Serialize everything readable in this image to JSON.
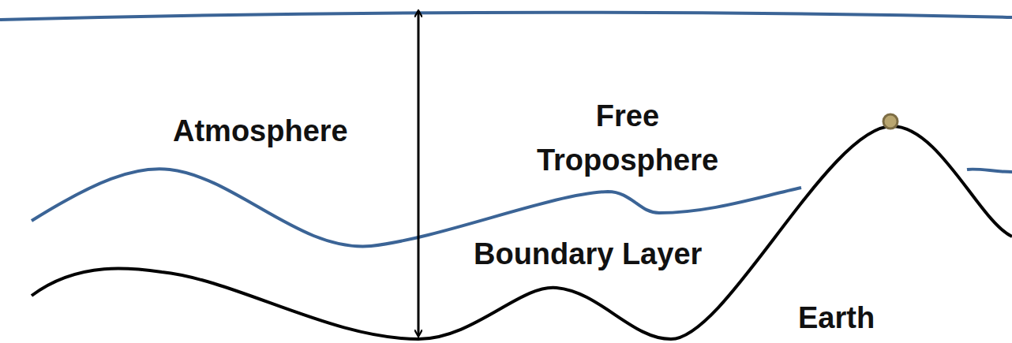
{
  "diagram": {
    "labels": [
      "Atmosphere",
      "Free Troposphere",
      "Boundary Layer",
      "Earth"
    ]
  }
}
